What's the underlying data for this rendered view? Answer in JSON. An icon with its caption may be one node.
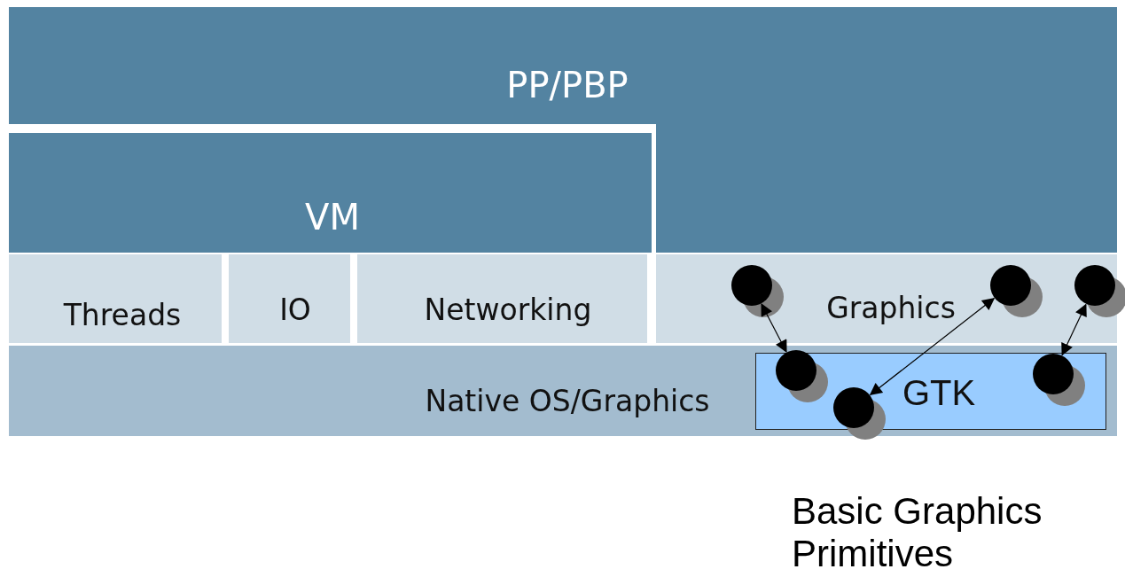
{
  "diagram": {
    "nodes": [
      {
        "text": [
          "PP/PBP"
        ]
      },
      {
        "text": [
          "VM"
        ]
      },
      {
        "text": [
          "Threads"
        ]
      },
      {
        "text": [
          "IO"
        ]
      },
      {
        "text": [
          "Networking"
        ]
      },
      {
        "text": [
          "Graphics"
        ]
      },
      {
        "text": [
          "Native OS/Graphics"
        ]
      },
      {
        "text": [
          "GTK"
        ],
        "in": 6
      }
    ],
    "edges": [
      {
        "from": 5,
        "to": 7,
        "arrow": "both"
      },
      {
        "from": 5,
        "to": 7,
        "arrow": "both"
      },
      {
        "from": 5,
        "to": 7,
        "arrow": "both"
      }
    ],
    "labels": [
      "Basic Graphics Primitives"
    ]
  }
}
